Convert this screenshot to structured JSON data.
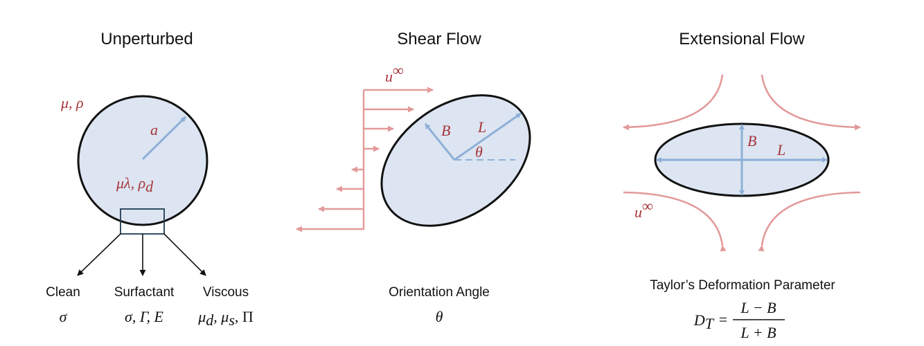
{
  "colors": {
    "drop_fill": "#dce5f1",
    "drop_stroke": "#111111",
    "blue_arrow": "#8eb0d8",
    "flow_red": "#e39a9a",
    "math_red": "#a7353b",
    "math_black": "#111111",
    "inset_box": "#1f3b52"
  },
  "panels": {
    "unperturbed": {
      "title": "Unperturbed",
      "outer_props": "μ, ρ",
      "radius_label": "a",
      "inner_props_main": "μλ, ρ",
      "inner_props_sub": "d",
      "cases": [
        {
          "name": "Clean",
          "params": "σ"
        },
        {
          "name": "Surfactant",
          "params": "σ, Γ, E"
        },
        {
          "name": "Viscous",
          "params_parts": [
            "μ",
            "d",
            ", μ",
            "s",
            ", Π"
          ]
        }
      ]
    },
    "shear": {
      "title": "Shear Flow",
      "velocity_main": "u",
      "velocity_sup": "∞",
      "axis_short": "B",
      "axis_long": "L",
      "angle_symbol": "θ",
      "caption": "Orientation Angle",
      "caption_symbol": "θ"
    },
    "extensional": {
      "title": "Extensional Flow",
      "axis_short": "B",
      "axis_long": "L",
      "velocity_main": "u",
      "velocity_sup": "∞",
      "caption": "Taylor’s Deformation Parameter",
      "formula_lhs_main": "D",
      "formula_lhs_sub": "T",
      "formula_eq": "=",
      "formula_num": "L − B",
      "formula_den": "L + B"
    }
  }
}
